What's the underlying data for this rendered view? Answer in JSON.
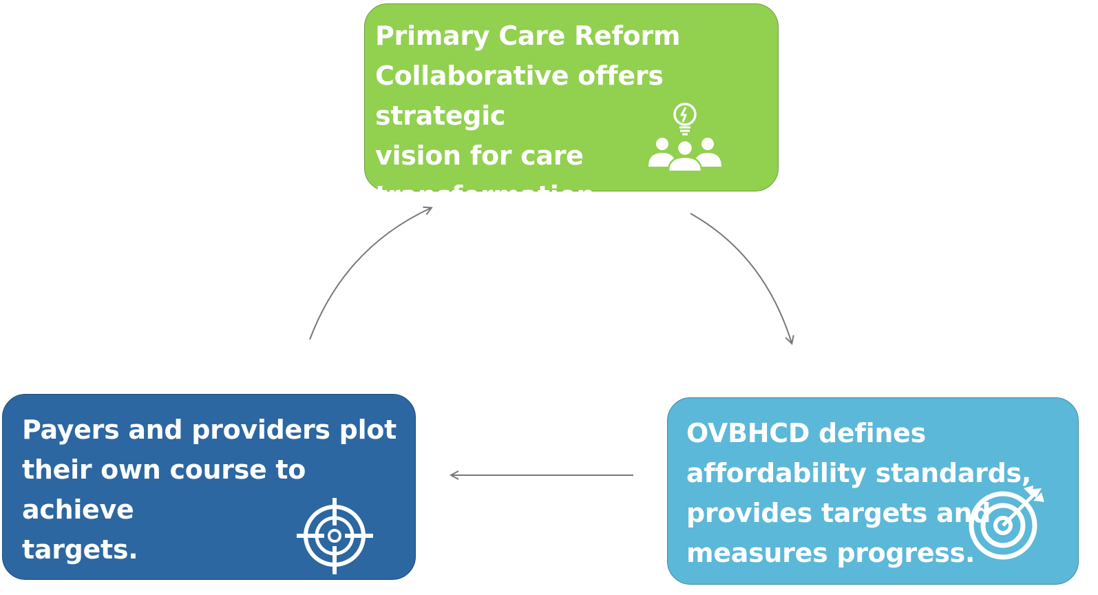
{
  "nodes": {
    "top": {
      "text": "Primary Care Reform\nCollaborative offers strategic\nvision for care\ntransformation.",
      "icon": "team-idea-icon"
    },
    "right": {
      "text": "OVBHCD defines\naffordability standards,\nprovides targets and\nmeasures progress.",
      "icon": "target-arrow-icon"
    },
    "left": {
      "text": "Payers and providers plot\ntheir own course to achieve\ntargets.",
      "icon": "crosshair-icon"
    }
  },
  "colors": {
    "top": "#92d050",
    "right": "#5bb8d8",
    "left": "#2c67a1",
    "arrow": "#777777"
  }
}
